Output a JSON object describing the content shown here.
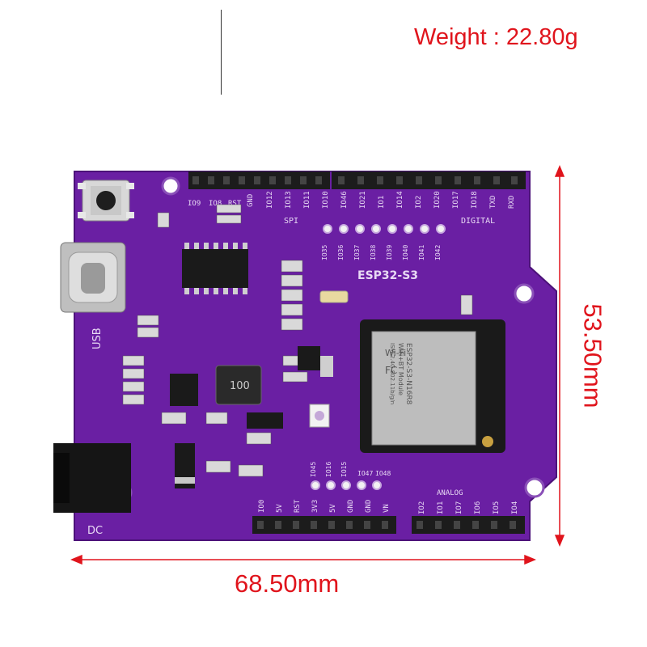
{
  "annotations": {
    "weight": "Weight : 22.80g",
    "width": "68.50mm",
    "height": "53.50mm"
  },
  "board": {
    "name": "ESP32-S3",
    "usb_label": "USB",
    "dc_label": "DC",
    "spi_label": "SPI",
    "digital_label": "DIGITAL",
    "analog_label": "ANALOG",
    "inductor_label": "100",
    "top_pin_labels": [
      "IO9",
      "IO8",
      "RST",
      "GND",
      "IO12",
      "IO13",
      "IO11",
      "IO10",
      "IO46",
      "IO21",
      "IO1",
      "IO14",
      "IO2",
      "IO20",
      "IO17",
      "IO18",
      "TXD",
      "RXD"
    ],
    "spi_pin_labels": [
      "IO35",
      "IO36",
      "IO37",
      "IO38",
      "IO39",
      "IO40",
      "IO41",
      "IO42"
    ],
    "bottom_left_pin_labels": [
      "IO0",
      "5V",
      "RST",
      "3V3",
      "5V",
      "GND",
      "GND",
      "VN"
    ],
    "bottom_right_pin_labels": [
      "IO2",
      "IO1",
      "IO7",
      "IO6",
      "IO5",
      "IO4"
    ],
    "mid_pin_labels": [
      "IO45",
      "IO16",
      "IO15"
    ],
    "mid_pin_labels_2": [
      "IO47",
      "IO48"
    ],
    "module_text": [
      "ESP32-S3-N16R8",
      "WiFi+BT Module",
      "ISM:2.4G 802.11b/g/n"
    ],
    "module_fc": "FC",
    "module_wifi": "Wi-Fi"
  },
  "colors": {
    "annotation": "#e0141c",
    "pcb": "#6a1fa3",
    "silkscreen": "#e8d9f4"
  }
}
